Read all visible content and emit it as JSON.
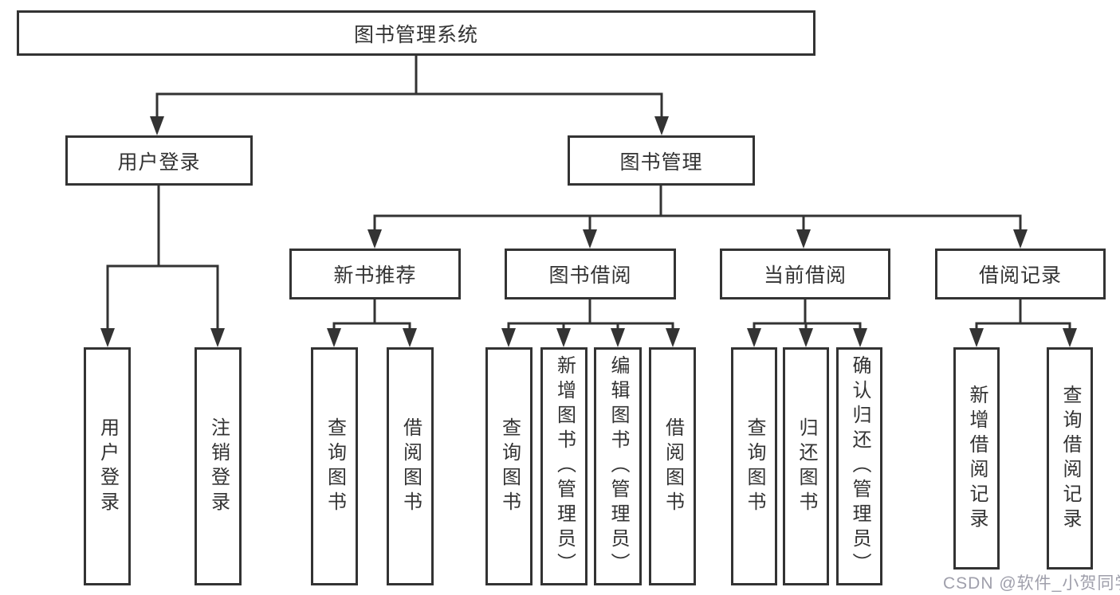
{
  "diagram": {
    "root": {
      "label": "图书管理系统"
    },
    "level2": [
      {
        "label": "用户登录"
      },
      {
        "label": "图书管理"
      }
    ],
    "level3": [
      {
        "label": "新书推荐"
      },
      {
        "label": "图书借阅"
      },
      {
        "label": "当前借阅"
      },
      {
        "label": "借阅记录"
      }
    ],
    "leaves": {
      "user_login": [
        {
          "label": "用户登录"
        },
        {
          "label": "注销登录"
        }
      ],
      "new_books": [
        {
          "label": "查询图书"
        },
        {
          "label": "借阅图书"
        }
      ],
      "book_borrow": [
        {
          "label": "查询图书"
        },
        {
          "label": "新增图书（管理员）"
        },
        {
          "label": "编辑图书（管理员）"
        },
        {
          "label": "借阅图书"
        }
      ],
      "current_borrow": [
        {
          "label": "查询图书"
        },
        {
          "label": "归还图书"
        },
        {
          "label": "确认归还（管理员）"
        }
      ],
      "borrow_records": [
        {
          "label": "新增借阅记录"
        },
        {
          "label": "查询借阅记录"
        }
      ]
    },
    "watermark": "CSDN @软件_小贺同学",
    "colors": {
      "line": "#333333",
      "text": "#333333",
      "background": "#ffffff",
      "watermark": "#9f9fab"
    }
  }
}
